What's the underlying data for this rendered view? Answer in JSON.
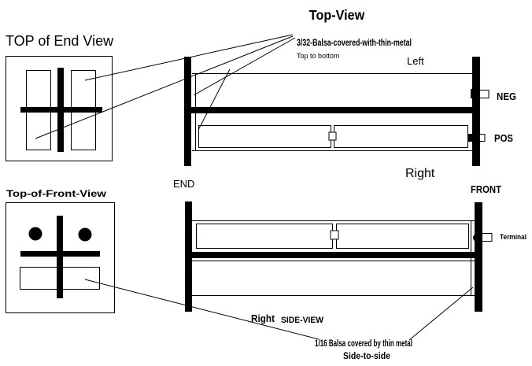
{
  "labels": {
    "top_view": "Top-View",
    "top_of_end_view": "TOP of End View",
    "balsa_3_32": "3/32-Balsa-covered-with-thin-metal",
    "top_to_bottom": "Top to bottom",
    "left": "Left",
    "neg": "NEG",
    "pos": "POS",
    "right_top": "Right",
    "end": "END",
    "front": "FRONT",
    "top_of_front_view": "Top-of-Front-View",
    "terminal": "Terminal",
    "right_bottom": "Right",
    "side_view": "SIDE-VIEW",
    "balsa_1_16": "1/16 Balsa covered by thin metal",
    "side_to_side": "Side-to-side"
  },
  "colors": {
    "ink": "#000000",
    "paper": "#ffffff"
  }
}
